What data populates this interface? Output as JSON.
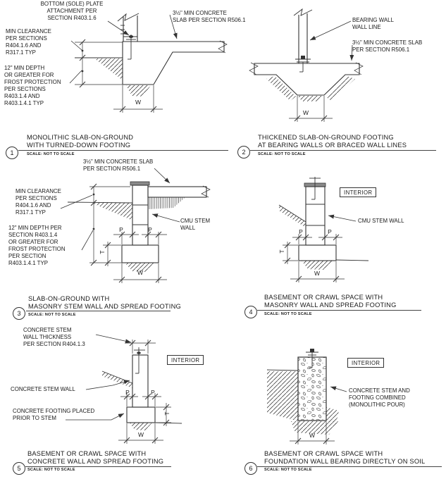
{
  "panels": [
    {
      "number": "1",
      "title": "MONOLITHIC SLAB-ON-GROUND\nWITH TURNED-DOWN FOOTING",
      "scale_note": "SCALE: NOT TO SCALE",
      "labels": {
        "bottom_plate": "BOTTOM (SOLE) PLATE\nATTACHMENT PER\nSECTION R403.1.6",
        "min_clearance": "MIN CLEARANCE\nPER SECTIONS\nR404.1.6 AND\nR317.1 TYP",
        "frost_depth": "12\" MIN DEPTH\nOR GREATER FOR\nFROST PROTECTION\nPER SECTIONS\nR403.1.4 AND\nR403.1.4.1 TYP",
        "slab": "3½\" MIN CONCRETE\nSLAB PER SECTION R506.1",
        "dim_w": "W"
      }
    },
    {
      "number": "2",
      "title": "THICKENED SLAB-ON-GROUND FOOTING\nAT BEARING WALLS OR BRACED WALL LINES",
      "scale_note": "SCALE: NOT TO SCALE",
      "labels": {
        "bearing_wall": "BEARING WALL\nWALL LINE",
        "slab": "3½\" MIN CONCRETE SLAB\nPER SECTION R506.1",
        "dim_w": "W"
      }
    },
    {
      "number": "3",
      "title": "SLAB-ON-GROUND WITH\nMASONRY STEM WALL AND SPREAD FOOTING",
      "scale_note": "SCALE: NOT TO SCALE",
      "labels": {
        "slab": "3½\" MIN CONCRETE SLAB\nPER SECTION R506.1",
        "min_clearance": "MIN CLEARANCE\nPER SECTIONS\nR404.1.6 AND\nR317.1 TYP",
        "frost_depth": "12\" MIN DEPTH PER\nSECTION R403.1.4\nOR GREATER FOR\nFROST PROTECTION\nPER SECTION\nR403.1.4.1 TYP",
        "cmu": "CMU STEM WALL",
        "dim_p": "P",
        "dim_t": "T",
        "dim_w": "W"
      }
    },
    {
      "number": "4",
      "title": "BASEMENT OR CRAWL SPACE WITH\nMASONRY WALL AND SPREAD FOOTING",
      "scale_note": "SCALE: NOT TO SCALE",
      "labels": {
        "interior": "INTERIOR",
        "cmu": "CMU STEM WALL",
        "dim_p": "P",
        "dim_t": "T",
        "dim_w": "W"
      }
    },
    {
      "number": "5",
      "title": "BASEMENT OR CRAWL SPACE WITH\nCONCRETE WALL AND SPREAD FOOTING",
      "scale_note": "SCALE: NOT TO SCALE",
      "labels": {
        "stem_thickness": "CONCRETE STEM\nWALL THICKNESS\nPER SECTION R404.1.3",
        "interior": "INTERIOR",
        "stem_wall": "CONCRETE STEM WALL",
        "footing_note": "CONCRETE FOOTING PLACED\nPRIOR TO STEM",
        "dim_p": "P",
        "dim_t": "T",
        "dim_w": "W"
      }
    },
    {
      "number": "6",
      "title": "BASEMENT OR CRAWL SPACE WITH\nFOUNDATION WALL BEARING DIRECTLY ON SOIL",
      "scale_note": "SCALE: NOT TO SCALE",
      "labels": {
        "interior": "INTERIOR",
        "combined": "CONCRETE STEM AND\nFOOTING COMBINED\n(MONOLITHIC POUR)",
        "dim_w": "W"
      }
    }
  ],
  "colors": {
    "line": "#333333",
    "text": "#1a1a1a",
    "hatch": "#444444"
  }
}
